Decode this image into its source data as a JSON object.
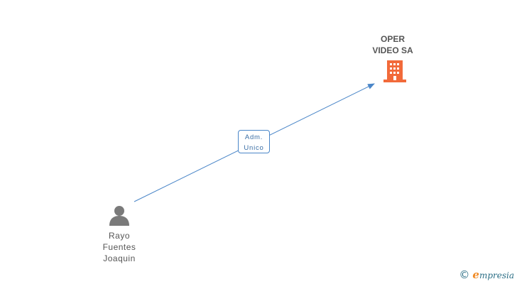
{
  "nodes": {
    "company": {
      "name_line1": "OPER",
      "name_line2": "VIDEO SA",
      "icon": "building-icon",
      "color": "#f26a3a"
    },
    "person": {
      "name_line1": "Rayo",
      "name_line2": "Fuentes",
      "name_line3": "Joaquin",
      "icon": "person-icon",
      "color": "#7a7a7a"
    }
  },
  "edges": [
    {
      "from": "person",
      "to": "company",
      "label_line1": "Adm.",
      "label_line2": "Unico",
      "color": "#4a86c8"
    }
  ],
  "footer": {
    "copyright_symbol": "©",
    "brand_initial": "e",
    "brand_rest": "mpresia"
  }
}
